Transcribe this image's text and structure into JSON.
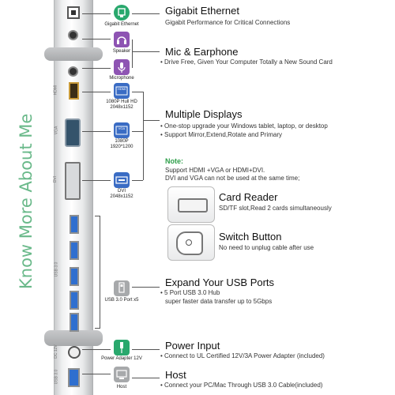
{
  "side_title": "Know More About Me",
  "colors": {
    "green": "#29a86d",
    "purple": "#8e54b3",
    "blue": "#3a6cc4",
    "gray": "#a7a9ab"
  },
  "icons": [
    {
      "name": "ethernet-icon",
      "label": "Gigabit Ethernet"
    },
    {
      "name": "speaker-icon",
      "label": "Speaker"
    },
    {
      "name": "microphone-icon",
      "label": "Microphone"
    },
    {
      "name": "hdmi-icon",
      "label": "HDMI",
      "lines": [
        "1080P Hull HD",
        "2048x1152"
      ]
    },
    {
      "name": "vga-icon",
      "label": "VGA",
      "lines": [
        "1080P",
        "1920*1200"
      ]
    },
    {
      "name": "dvi-icon",
      "lines": [
        "DVI",
        "2048x1152"
      ]
    },
    {
      "name": "usb-icon",
      "label": "USB 3.0 Port x5"
    },
    {
      "name": "power-icon",
      "label": "Power Adapter 12V"
    },
    {
      "name": "host-icon",
      "label": "Host"
    }
  ],
  "port_labels": {
    "hdmi": "HDMI",
    "vga": "VGA",
    "dvi": "DVI",
    "usb": "USB 3.0",
    "dc": "DC 12V",
    "host": "USB 3.0"
  },
  "sections": {
    "ethernet": {
      "title": "Gigabit Ethernet",
      "desc": "Gigabit Performance for Critical Connections"
    },
    "mic": {
      "title": "Mic & Earphone",
      "desc": "Drive Free, Given Your Computer Totally a New Sound Card"
    },
    "displays": {
      "title": "Multiple Displays",
      "bullets": [
        "One-stop upgrade your Windows tablet, laptop, or desktop",
        "Support Mirror,Extend,Rotate and Primary"
      ]
    },
    "note": {
      "title": "Note:",
      "lines": [
        "Support HDMI +VGA or HDMI+DVI.",
        "DVI and VGA can not be used at the same time;"
      ]
    },
    "card": {
      "title": "Card Reader",
      "desc": "SD/TF slot,Read 2 cards simultaneously"
    },
    "switch": {
      "title": "Switch Button",
      "desc": "No need to unplug cable after use"
    },
    "usb": {
      "title": "Expand Your USB Ports",
      "bullets": [
        "5 Port USB 3.0 Hub",
        "super faster data transfer up to 5Gbps"
      ]
    },
    "power": {
      "title": "Power Input",
      "desc": "Connect to UL Certified 12V/3A Power Adapter (included)"
    },
    "host": {
      "title": "Host",
      "desc": "Connect your PC/Mac Through USB 3.0 Cable(included)"
    }
  }
}
